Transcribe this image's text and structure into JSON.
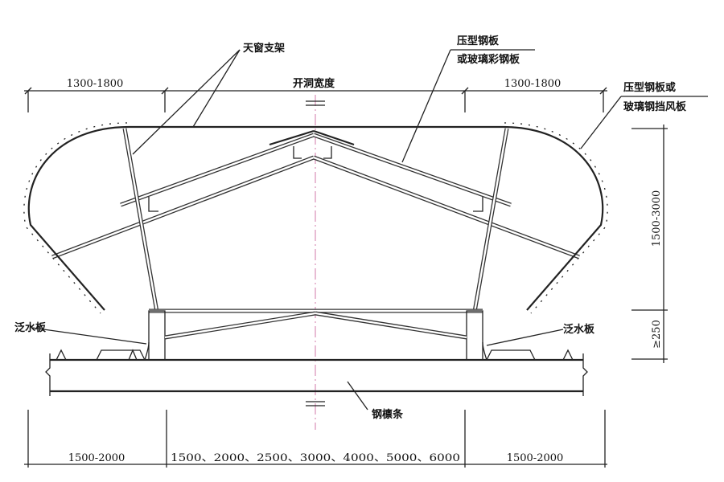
{
  "labels": {
    "skylight_bracket": "天窗支架",
    "roof_panel_line1": "压型钢板",
    "roof_panel_line2": "或玻璃彩钢板",
    "wind_panel_line1": "压型钢板或",
    "wind_panel_line2": "玻璃钢挡风板",
    "flashing_left": "泛水板",
    "flashing_right": "泛水板",
    "steel_purlin": "钢檩条"
  },
  "dimensions": {
    "top_left": "1300-1800",
    "top_center": "开洞宽度",
    "top_right": "1300-1800",
    "right_height": "1500-3000",
    "right_curb": "≥250",
    "bottom_left": "1500-2000",
    "bottom_center": "1500、2000、2500、3000、4000、5000、6000",
    "bottom_right": "1500-2000"
  },
  "colors": {
    "centerline": "#d07aa8",
    "line": "#222222"
  }
}
